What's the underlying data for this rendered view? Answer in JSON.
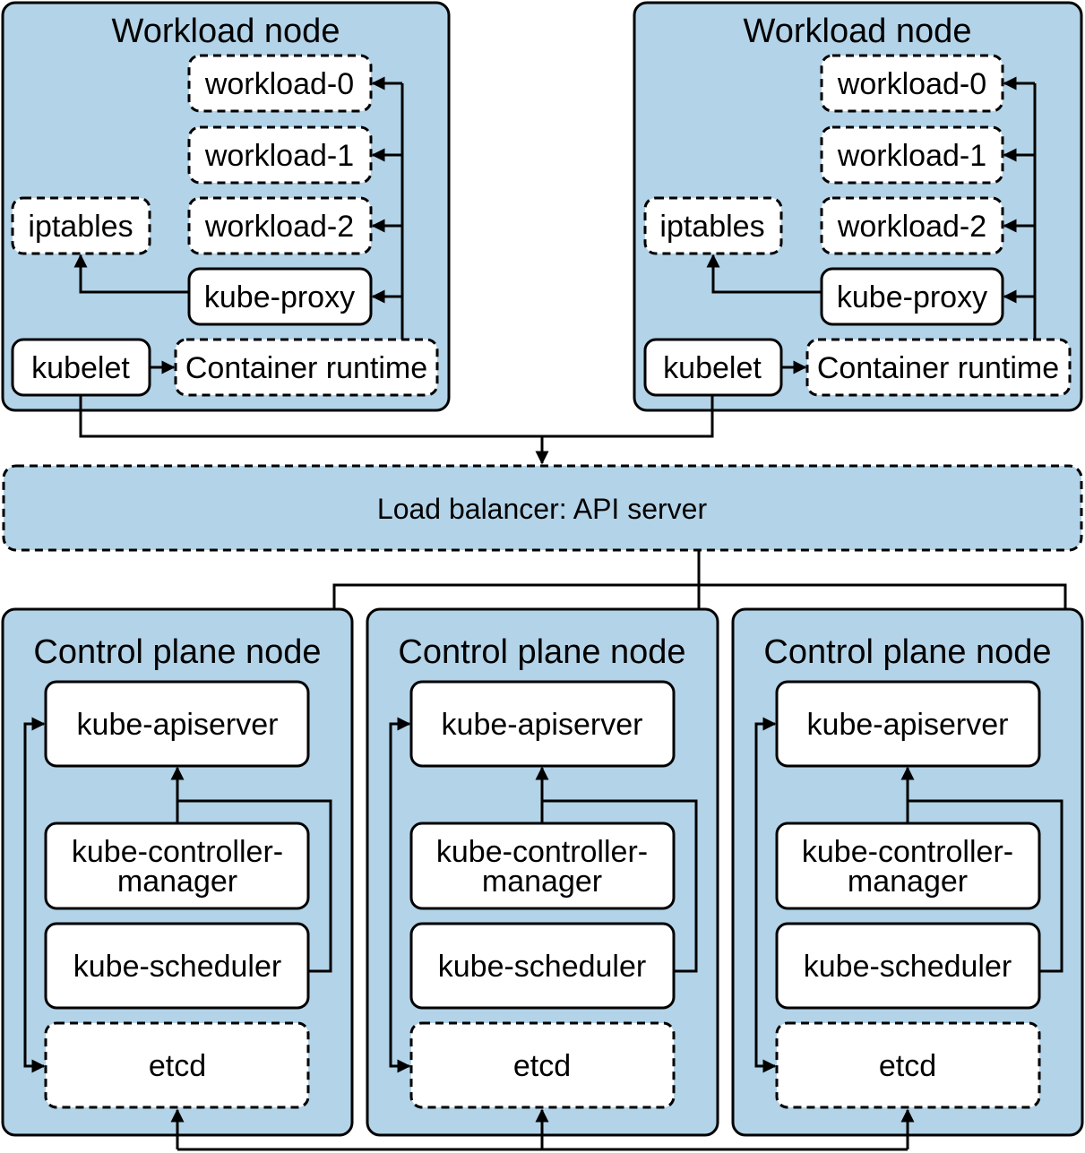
{
  "workload_nodes": [
    {
      "title": "Workload node",
      "workloads": [
        "workload-0",
        "workload-1",
        "workload-2"
      ],
      "iptables": "iptables",
      "kube_proxy": "kube-proxy",
      "kubelet": "kubelet",
      "container_runtime": "Container runtime"
    },
    {
      "title": "Workload node",
      "workloads": [
        "workload-0",
        "workload-1",
        "workload-2"
      ],
      "iptables": "iptables",
      "kube_proxy": "kube-proxy",
      "kubelet": "kubelet",
      "container_runtime": "Container runtime"
    }
  ],
  "load_balancer": {
    "label": "Load balancer: API server"
  },
  "control_plane_nodes": [
    {
      "title": "Control plane node",
      "apiserver": "kube-apiserver",
      "controller_manager_line1": "kube-controller-",
      "controller_manager_line2": "manager",
      "scheduler": "kube-scheduler",
      "etcd": "etcd"
    },
    {
      "title": "Control plane node",
      "apiserver": "kube-apiserver",
      "controller_manager_line1": "kube-controller-",
      "controller_manager_line2": "manager",
      "scheduler": "kube-scheduler",
      "etcd": "etcd"
    },
    {
      "title": "Control plane node",
      "apiserver": "kube-apiserver",
      "controller_manager_line1": "kube-controller-",
      "controller_manager_line2": "manager",
      "scheduler": "kube-scheduler",
      "etcd": "etcd"
    }
  ],
  "colors": {
    "node_fill": "#b3d3e8",
    "box_fill": "#ffffff",
    "stroke": "#000000"
  }
}
